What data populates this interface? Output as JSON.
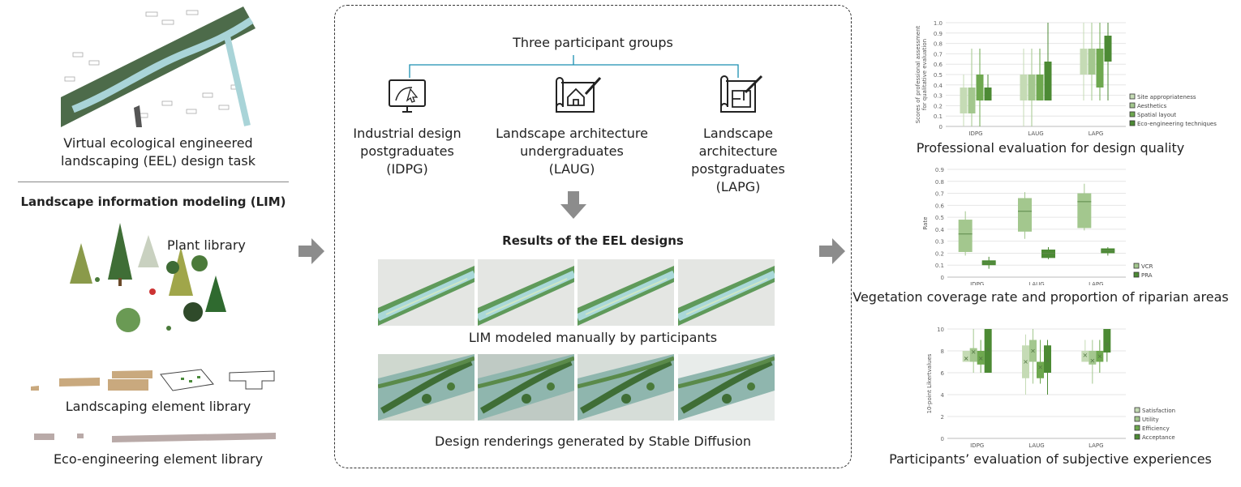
{
  "left": {
    "task_caption_line1": "Virtual ecological engineered",
    "task_caption_line2": "landscaping (EEL) design task",
    "lim_title": "Landscape information modeling (LIM)",
    "plant_library": "Plant library",
    "landscaping_library": "Landscaping element library",
    "eco_library": "Eco-engineering element library"
  },
  "middle": {
    "groups_title": "Three participant groups",
    "groups": [
      {
        "line1": "Industrial design",
        "line2": "postgraduates",
        "line3": "(IDPG)",
        "icon": "monitor-pen-icon"
      },
      {
        "line1": "Landscape architecture",
        "line2": "undergraduates",
        "line3": "(LAUG)",
        "icon": "blueprint-house-icon"
      },
      {
        "line1": "Landscape",
        "line2": "architecture",
        "line3": "postgraduates",
        "line4": "(LAPG)",
        "icon": "blueprint-pencil-icon"
      }
    ],
    "results_title": "Results of the EEL designs",
    "lim_caption": "LIM modeled manually by participants",
    "render_caption": "Design renderings generated by Stable Diffusion",
    "line_color": "#1a8fb0",
    "arrow_color": "#8c8c8c"
  },
  "right": {
    "chart1_caption": "Professional evaluation for design quality",
    "chart2_caption": "Vegetation coverage rate and proportion of riparian areas",
    "chart3_caption": "Participants’ evaluation of subjective experiences"
  },
  "chart_data": [
    {
      "type": "box",
      "title": "Professional evaluation for design quality",
      "ylabel_line1": "Scores of professional assessment",
      "ylabel_line2": "for qualitative evaluation",
      "ylim": [
        0,
        1.0
      ],
      "yticks": [
        "0",
        "0.1",
        "0.2",
        "0.3",
        "0.4",
        "0.5",
        "0.6",
        "0.7",
        "0.8",
        "0.9",
        "1.0"
      ],
      "categories": [
        "IDPG",
        "LAUG",
        "LAPG"
      ],
      "series": [
        {
          "name": "Site appropriateness",
          "color": "#c5dbb5",
          "boxes": [
            [
              0,
              0.125,
              0.375,
              0.5
            ],
            [
              0,
              0.25,
              0.5,
              0.75
            ],
            [
              0.25,
              0.5,
              0.75,
              1.0
            ]
          ]
        },
        {
          "name": "Aesthetics",
          "color": "#a3c78e",
          "boxes": [
            [
              0,
              0.125,
              0.375,
              0.75
            ],
            [
              0,
              0.25,
              0.5,
              0.75
            ],
            [
              0.25,
              0.5,
              0.75,
              1.0
            ]
          ]
        },
        {
          "name": "Spatial layout",
          "color": "#6ea84f",
          "boxes": [
            [
              0,
              0.25,
              0.5,
              0.75
            ],
            [
              0.25,
              0.25,
              0.5,
              0.75
            ],
            [
              0.25,
              0.375,
              0.75,
              1.0
            ]
          ]
        },
        {
          "name": "Eco-engineering techniques",
          "color": "#4c8a34",
          "boxes": [
            [
              0.25,
              0.25,
              0.375,
              0.5
            ],
            [
              0.25,
              0.25,
              0.625,
              1.0
            ],
            [
              0.25,
              0.625,
              0.875,
              1.0
            ]
          ]
        }
      ]
    },
    {
      "type": "box",
      "title": "Vegetation coverage rate and proportion of riparian areas",
      "ylabel_line1": "Rate",
      "ylim": [
        0,
        0.9
      ],
      "yticks": [
        "0",
        "0.1",
        "0.2",
        "0.3",
        "0.4",
        "0.5",
        "0.6",
        "0.7",
        "0.8",
        "0.9"
      ],
      "categories": [
        "IDPG",
        "LAUG",
        "LAPG"
      ],
      "series": [
        {
          "name": "VCR",
          "color": "#a3c78e",
          "boxes": [
            [
              0.18,
              0.21,
              0.48,
              0.55
            ],
            [
              0.32,
              0.38,
              0.66,
              0.71
            ],
            [
              0.39,
              0.41,
              0.7,
              0.78
            ]
          ],
          "medians": [
            0.36,
            0.55,
            0.63
          ]
        },
        {
          "name": "PRA",
          "color": "#4c8a34",
          "boxes": [
            [
              0.07,
              0.1,
              0.14,
              0.17
            ],
            [
              0.15,
              0.16,
              0.23,
              0.25
            ],
            [
              0.18,
              0.2,
              0.24,
              0.25
            ]
          ],
          "medians": [
            0.12,
            0.2,
            0.22
          ]
        }
      ]
    },
    {
      "type": "box",
      "title": "Participants’ evaluation of subjective experiences",
      "ylabel_line1": "10-point Likertvalues",
      "ylim": [
        0,
        10
      ],
      "yticks": [
        "0",
        "2",
        "4",
        "6",
        "8",
        "10"
      ],
      "categories": [
        "IDPG",
        "LAUG",
        "LAPG"
      ],
      "series": [
        {
          "name": "Satisfaction",
          "color": "#c5dbb5",
          "boxes": [
            [
              7,
              7,
              8,
              8
            ],
            [
              4,
              5.5,
              8.5,
              9.5
            ],
            [
              7,
              7,
              8,
              9
            ]
          ],
          "means": [
            7.3,
            7.0,
            7.6
          ]
        },
        {
          "name": "Utility",
          "color": "#a3c78e",
          "boxes": [
            [
              6,
              7,
              8.25,
              10
            ],
            [
              5,
              7,
              9,
              10
            ],
            [
              5,
              6.75,
              8,
              9
            ]
          ],
          "means": [
            7.9,
            8.0,
            7.1
          ]
        },
        {
          "name": "Efficiency",
          "color": "#6ea84f",
          "boxes": [
            [
              6,
              6.75,
              8,
              9
            ],
            [
              5,
              5.5,
              7,
              9
            ],
            [
              6,
              7,
              8,
              9
            ]
          ],
          "means": [
            7.3,
            6.5,
            7.5
          ]
        },
        {
          "name": "Acceptance",
          "color": "#4c8a34",
          "boxes": [
            [
              6,
              6,
              10,
              10
            ],
            [
              4,
              6,
              8.5,
              9
            ],
            [
              7,
              7.85,
              10,
              10
            ]
          ],
          "means": [
            8.1,
            7.1,
            8.6
          ]
        }
      ]
    }
  ]
}
